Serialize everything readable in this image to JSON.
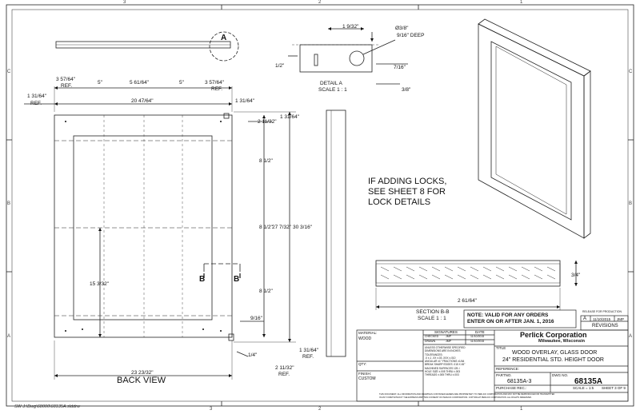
{
  "zones": {
    "top": [
      "3",
      "2",
      "1"
    ],
    "bottom": [
      "3",
      "2",
      "1"
    ],
    "left": [
      "C",
      "B",
      "A"
    ],
    "right": [
      "C",
      "B",
      "A"
    ]
  },
  "detail_view": {
    "label": "A",
    "dims": [
      "1 9/32\"",
      "Ø3/8\"",
      "9/16\" DEEP",
      "1/2\"",
      "7/16\"",
      "3/8\""
    ],
    "title": "DETAIL A",
    "scale": "SCALE 1 : 1"
  },
  "back_view": {
    "top_dims": [
      "3 57/64\"",
      "REF.",
      "5\"",
      "5 61/64\"",
      "5\"",
      "3 57/64\"",
      "REF."
    ],
    "width_dims": [
      "1 31/64\"",
      "REF.",
      "20 47/64\"",
      "1 31/64\""
    ],
    "right_dims": [
      "2 11/32\"",
      "1 31/64\"",
      "8 1/2\"",
      "8 1/2\"",
      "8 1/2\"",
      "27 7/32\"",
      "30 3/16\""
    ],
    "left_dim": "15 3/32\"",
    "section_markers": [
      "B",
      "B"
    ],
    "bottom_dims": [
      "9/16\"",
      "1/4\"",
      "1 31/64\"",
      "REF.",
      "2 11/32\"",
      "REF.",
      "23 23/32\""
    ],
    "title": "BACK VIEW"
  },
  "note_locks": [
    "IF ADDING LOCKS,",
    "SEE SHEET 8 FOR",
    "LOCK DETAILS"
  ],
  "section_view": {
    "dims": [
      "3/4\"",
      "2 61/64\""
    ],
    "title": "SECTION B-B",
    "scale": "SCALE 1 : 1"
  },
  "valid_note": [
    "NOTE: VALID FOR ANY ORDERS",
    "ENTER ON OR AFTER JAN. 1, 2016"
  ],
  "revisions": {
    "header": "RELEASE FOR PRODUCTION",
    "rev": "A",
    "date": "11/10/2015",
    "by": "JMP",
    "title": "REVISIONS"
  },
  "title_block": {
    "material_label": "MATERIAL:",
    "material": "WOOD",
    "qty_label": "QTY:",
    "finish_label": "FINISH:",
    "finish": "CUSTOM",
    "signatures_label": "SIGNATURES",
    "date_label": "DATE",
    "checked_label": "CHECKED",
    "checked_by": "JMP",
    "checked_date": "11/10/2015",
    "drawn_label": "DRAWN",
    "drawn_by": "JMP",
    "drawn_date": "11/10/2015",
    "tolerances": [
      "UNLESS OTHERWISE SPECIFIED",
      "DIMENSIONS ARE IN INCHES",
      "TOLERANCES:",
      ".X ±.1    .XX ±.03    .XXX ±.010",
      "ANGULAR ±1°   FRACTIONS ±1/64",
      "BREAK SHARP EDGES .015 X 45°",
      "MACHINED SURFACES 125 √",
      "HOLE SIZE  ±.005  THRU  ±.003",
      "THREADS  ±.005  THRU  ±.003"
    ],
    "company": "Perlick Corporation",
    "location": "Milwaukee, Wisconsin",
    "title_label": "TITLE",
    "title_lines": [
      "WOOD OVERLAY, GLASS DOOR",
      "24\" RESIDENTIAL STD. HEIGHT DOOR"
    ],
    "reference_label": "REFERENCE:",
    "partno_label": "PARTNO.",
    "partno": "68135A-3",
    "dwgno_label": "DWG NO.",
    "dwgno": "68135A",
    "purchase_label": "PURCHASE REC.:",
    "scale": "SCALE = 1:5",
    "sheet": "SHEET 3 OF 9",
    "proprietary": [
      "THIS DOCUMENT, ALL INFORMATION AND DRAWINGS CONTAINED HEREIN ARE PROPRIETARY TO PERLICK CORPORATION AND MAY NOT BE REPRODUCED OR TRANSMITTED",
      "IN ANY FORM WITHOUT THE EXPRESS WRITTEN CONSENT OF PERLICK CORPORATION. COPYRIGHT PERLICK CORPORATION. ALL RIGHTS RESERVED."
    ]
  },
  "file_path": "SW  J:\\Dwg\\68000\\68135A.slddrw"
}
